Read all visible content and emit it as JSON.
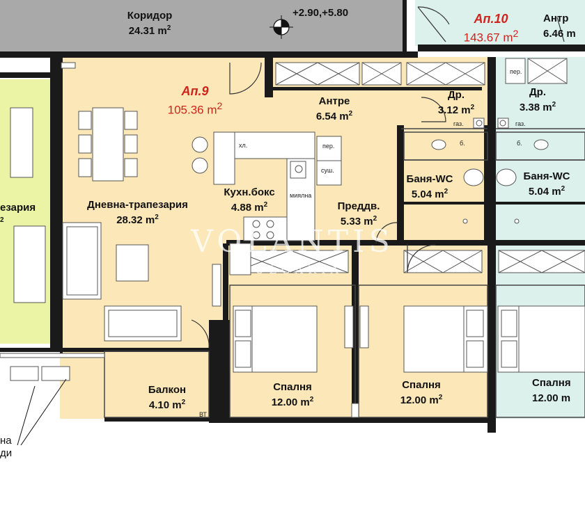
{
  "corridor": {
    "name": "Коридор",
    "area": "24.31",
    "unit": "m",
    "exp": "2"
  },
  "levels": "+2.90,+5.80",
  "apt9": {
    "name": "Ап.9",
    "area": "105.36 m",
    "exp": "2"
  },
  "apt10": {
    "name": "Ап.10",
    "area": "143.67 m",
    "exp": "2"
  },
  "rooms": {
    "antre9": {
      "name": "Антре",
      "area": "6.54 m",
      "exp": "2"
    },
    "antre10": {
      "name": "Антр",
      "area": "6.46 m",
      "exp": ""
    },
    "dr9": {
      "name": "Др.",
      "area": "3.12 m",
      "exp": "2"
    },
    "dr10": {
      "name": "Др.",
      "area": "3.38 m",
      "exp": "2"
    },
    "bath9": {
      "name": "Баня-WC",
      "area": "5.04 m",
      "exp": "2"
    },
    "bath10": {
      "name": "Баня-WC",
      "area": "5.04 m",
      "exp": "2"
    },
    "kitchen": {
      "name": "Кухн.бокс",
      "area": "4.88 m",
      "exp": "2"
    },
    "living9": {
      "name": "Дневна-трапезария",
      "area": "28.32 m",
      "exp": "2"
    },
    "living8": {
      "name": "езария",
      "area": "",
      "exp": "2"
    },
    "hall": {
      "name": "Преддв.",
      "area": "5.33 m",
      "exp": "2"
    },
    "balcony": {
      "name": "Балкон",
      "area": "4.10 m",
      "exp": "2"
    },
    "bed1": {
      "name": "Спалня",
      "area": "12.00 m",
      "exp": "2"
    },
    "bed2": {
      "name": "Спалня",
      "area": "12.00 m",
      "exp": "2"
    },
    "bed3": {
      "name": "Спалня",
      "area": "12.00 m",
      "exp": ""
    }
  },
  "fixtures": {
    "hl": "хл.",
    "per": "пер.",
    "sush": "суш.",
    "miyalna": "миялна",
    "gaz": "газ.",
    "b": "б.",
    "vt": "ВТ",
    "per10": "пер."
  },
  "edge_text": {
    "line1": "на",
    "line2": "ди"
  },
  "watermark": {
    "main": "VOLANTIS",
    "sub": "BULGARIA"
  },
  "colors": {
    "apt9": "#fbe7b8",
    "apt10": "#dcf1ec",
    "apt8": "#ebf4a4",
    "corridor": "#a9a9a9",
    "wall": "#1a1a1a",
    "accent": "#d0231c"
  }
}
